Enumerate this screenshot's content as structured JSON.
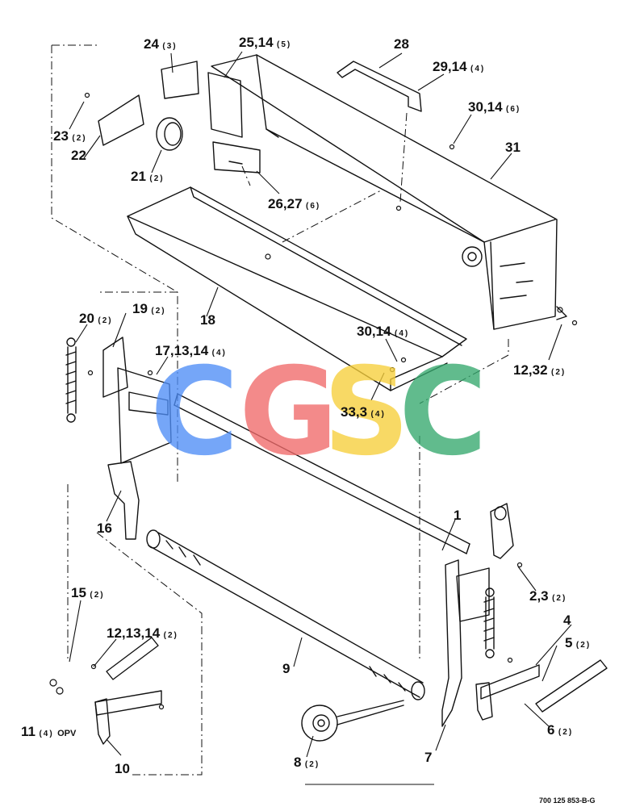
{
  "parts": [
    {
      "id": "24",
      "qty": "(3)"
    },
    {
      "id": "25,14",
      "qty": "(5)"
    },
    {
      "id": "28",
      "qty": ""
    },
    {
      "id": "29,14",
      "qty": "(4)"
    },
    {
      "id": "30,14",
      "qty": "(6)"
    },
    {
      "id": "31",
      "qty": ""
    },
    {
      "id": "23",
      "qty": "(2)"
    },
    {
      "id": "22",
      "qty": ""
    },
    {
      "id": "21",
      "qty": "(2)"
    },
    {
      "id": "26,27",
      "qty": "(6)"
    },
    {
      "id": "18",
      "qty": ""
    },
    {
      "id": "20",
      "qty": "(2)"
    },
    {
      "id": "19",
      "qty": "(2)"
    },
    {
      "id": "17,13,14",
      "qty": "(4)"
    },
    {
      "id": "30,14",
      "qty": "(4)"
    },
    {
      "id": "33,3",
      "qty": "(4)"
    },
    {
      "id": "12,32",
      "qty": "(2)"
    },
    {
      "id": "16",
      "qty": ""
    },
    {
      "id": "1",
      "qty": ""
    },
    {
      "id": "2,3",
      "qty": "(2)"
    },
    {
      "id": "4",
      "qty": ""
    },
    {
      "id": "5",
      "qty": "(2)"
    },
    {
      "id": "15",
      "qty": "(2)"
    },
    {
      "id": "12,13,14",
      "qty": "(2)"
    },
    {
      "id": "9",
      "qty": ""
    },
    {
      "id": "6",
      "qty": "(2)"
    },
    {
      "id": "11",
      "qty": "(4)"
    },
    {
      "id": "10",
      "qty": ""
    },
    {
      "id": "8",
      "qty": "(2)"
    },
    {
      "id": "7",
      "qty": ""
    }
  ],
  "opv_label": "OPV",
  "drawing_code": "700 125 853-B-G",
  "watermark": {
    "letters": [
      "C",
      "G",
      "S",
      "C"
    ],
    "colors": [
      "#4f8ef7",
      "#f06a6a",
      "#f7cf3a",
      "#35a86e"
    ]
  }
}
